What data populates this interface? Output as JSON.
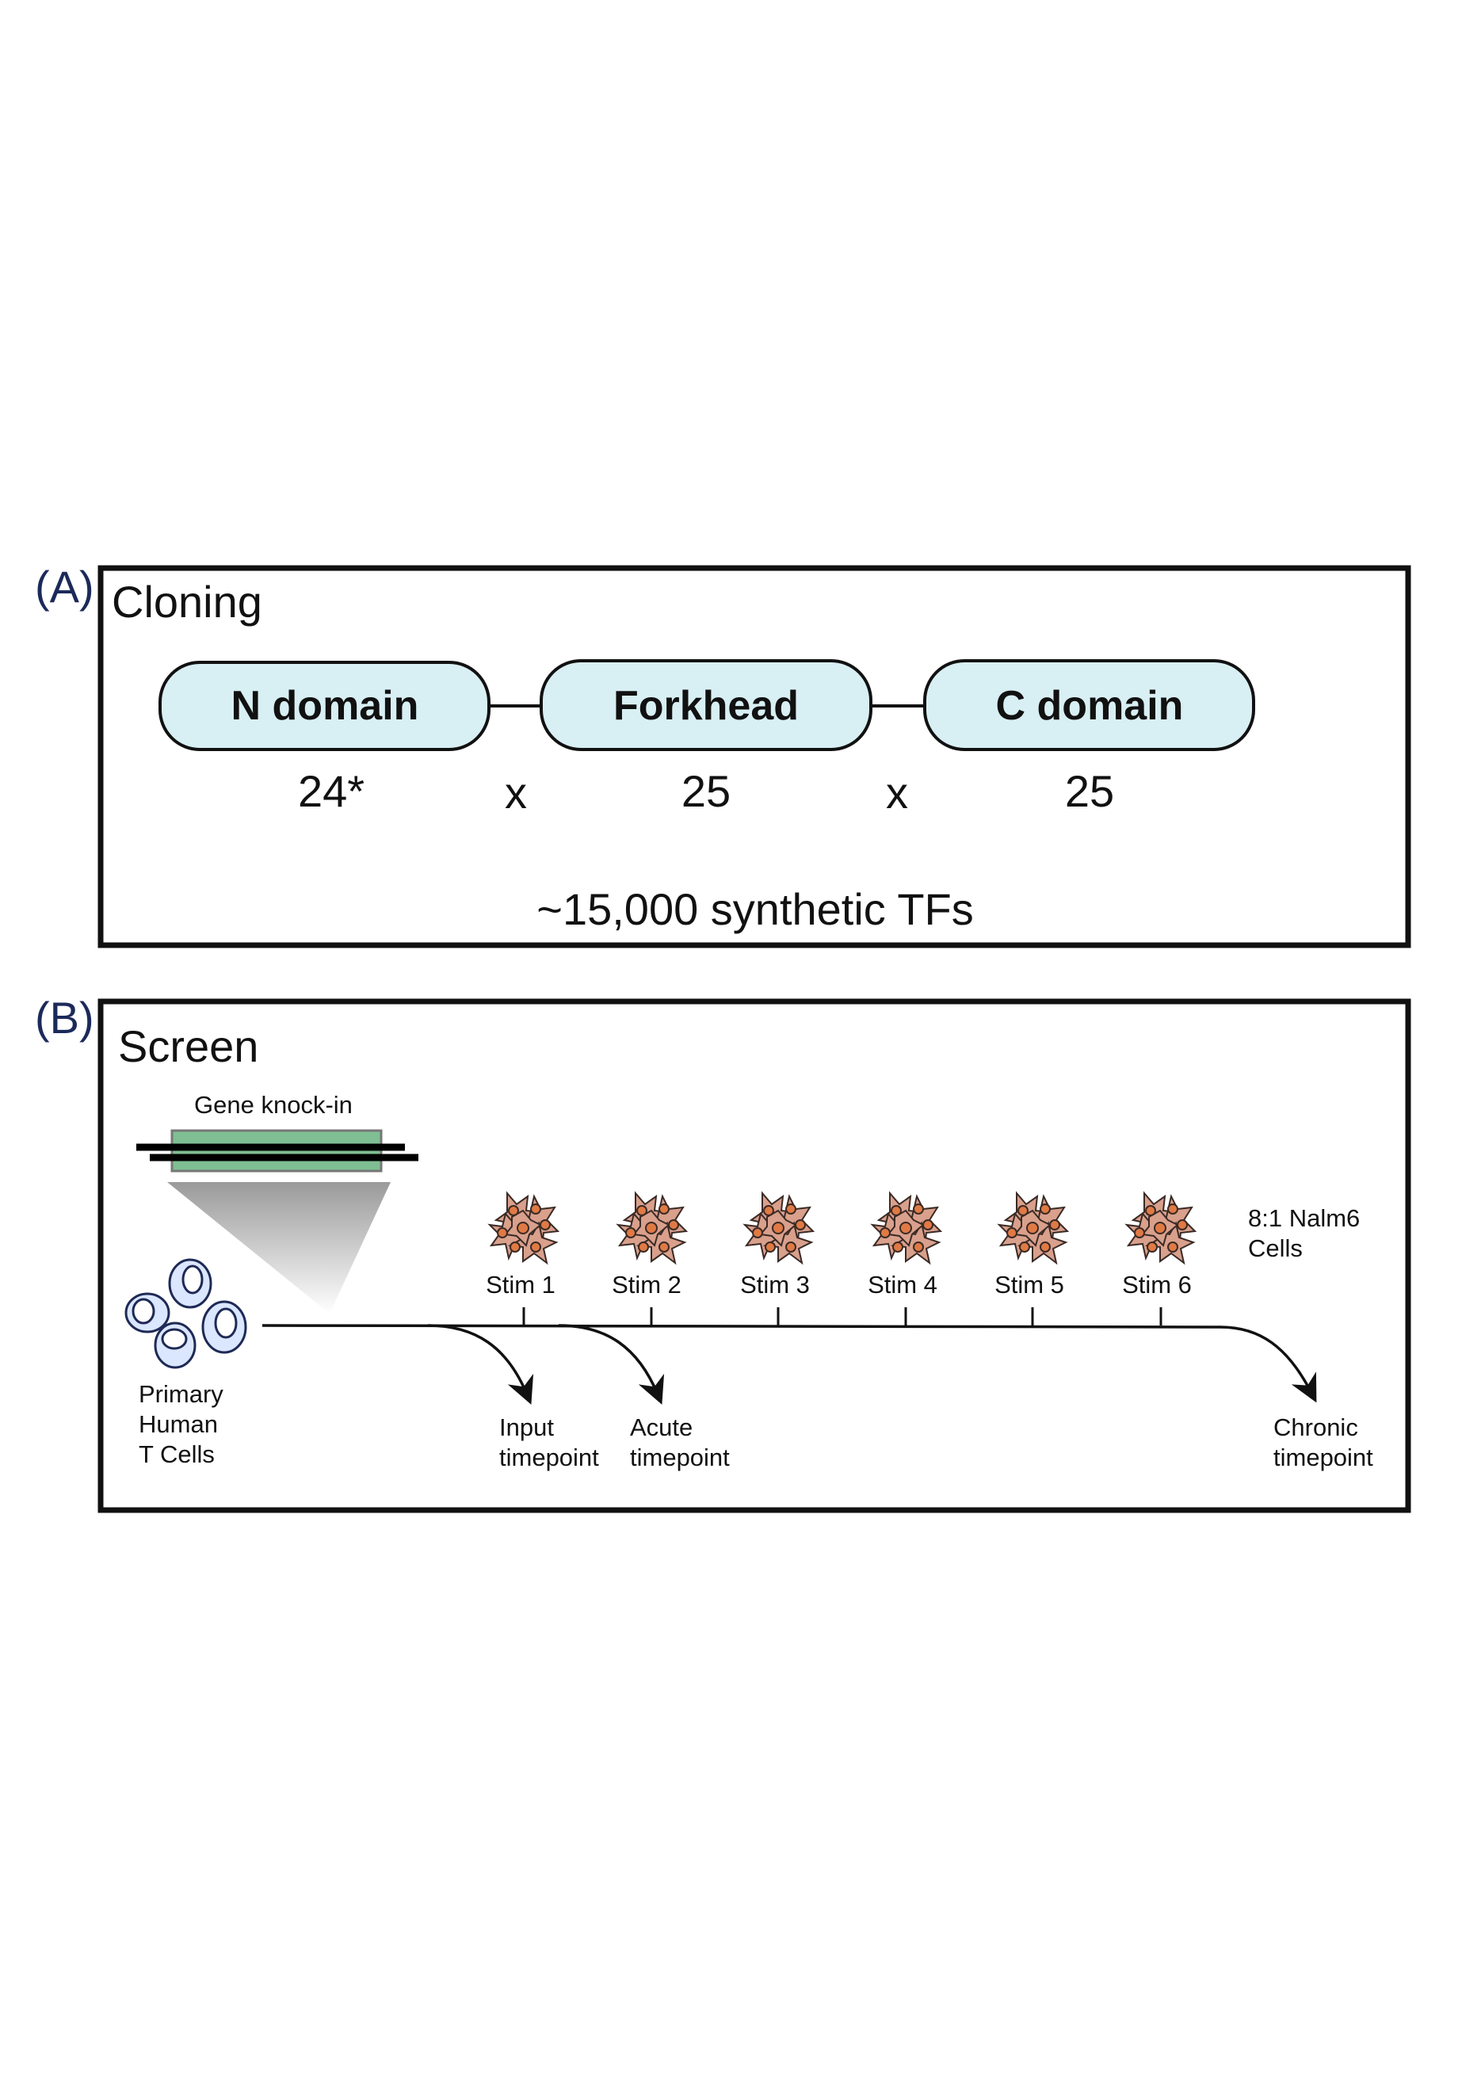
{
  "panel_a": {
    "letter": "(A)",
    "title": "Cloning",
    "domains": [
      {
        "label": "N domain",
        "count": "24*"
      },
      {
        "label": "Forkhead",
        "count": "25"
      },
      {
        "label": "C domain",
        "count": "25"
      }
    ],
    "multipliers": [
      "x",
      "x"
    ],
    "total": "~15,000 synthetic TFs"
  },
  "panel_b": {
    "letter": "(B)",
    "title": "Screen",
    "knockin_label": "Gene knock-in",
    "tcell_label": [
      "Primary",
      "Human",
      "T Cells"
    ],
    "stims": [
      "Stim 1",
      "Stim 2",
      "Stim 3",
      "Stim 4",
      "Stim 5",
      "Stim 6"
    ],
    "target_label": [
      "8:1 Nalm6",
      "Cells"
    ],
    "timepoints": [
      {
        "line1": "Input",
        "line2": "timepoint"
      },
      {
        "line1": "Acute",
        "line2": "timepoint"
      },
      {
        "line1": "Chronic",
        "line2": "timepoint"
      }
    ]
  },
  "colors": {
    "domain_fill": "#d8eff3",
    "knockin_fill": "#7fbf93",
    "panel_letter": "#1c2a5a",
    "tcell_fill": "#dbe6ff",
    "nalm6_fill": "#d9a08c",
    "nalm6_nucleus": "#e07a45"
  }
}
